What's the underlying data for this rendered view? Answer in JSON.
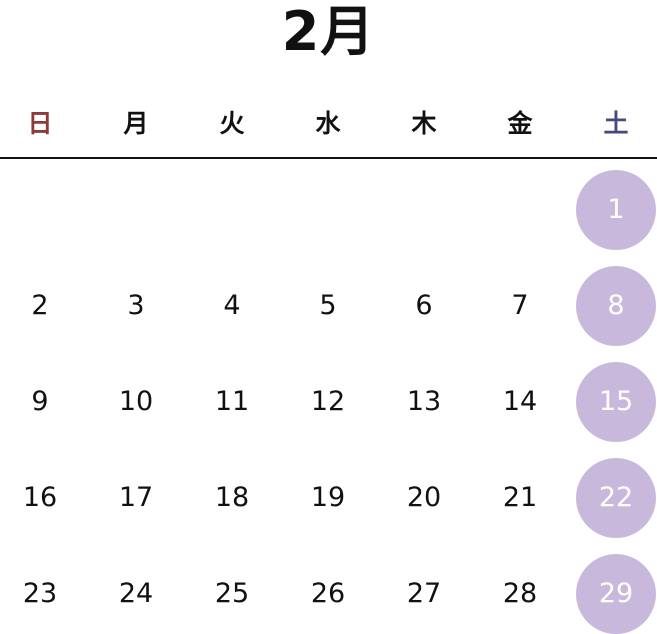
{
  "calendar": {
    "month_title": "2月",
    "weekdays": [
      {
        "label": "日",
        "color": "#8c3b3b"
      },
      {
        "label": "月",
        "color": "#111111"
      },
      {
        "label": "火",
        "color": "#111111"
      },
      {
        "label": "水",
        "color": "#111111"
      },
      {
        "label": "木",
        "color": "#111111"
      },
      {
        "label": "金",
        "color": "#111111"
      },
      {
        "label": "土",
        "color": "#454a7a"
      }
    ],
    "weeks": [
      [
        "",
        "",
        "",
        "",
        "",
        "",
        "1"
      ],
      [
        "2",
        "3",
        "4",
        "5",
        "6",
        "7",
        "8"
      ],
      [
        "9",
        "10",
        "11",
        "12",
        "13",
        "14",
        "15"
      ],
      [
        "16",
        "17",
        "18",
        "19",
        "20",
        "21",
        "22"
      ],
      [
        "23",
        "24",
        "25",
        "26",
        "27",
        "28",
        "29"
      ]
    ],
    "colors": {
      "text": "#111111",
      "divider": "#111111",
      "saturday_circle": "#c8b8dc",
      "saturday_text": "#ffffff"
    }
  }
}
